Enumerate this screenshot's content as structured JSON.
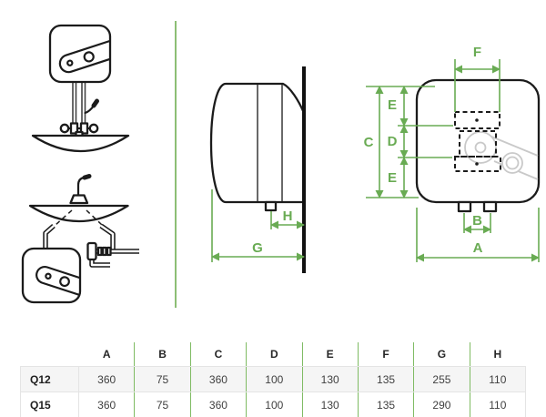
{
  "figures": {
    "left_top": "over-sink-installation-diagram",
    "left_bottom": "under-sink-installation-diagram",
    "middle": "side-view-wall-mounted",
    "right": "front-view-with-mounting-points",
    "divider": "vertical-divider-line"
  },
  "dimension_labels": {
    "a": "A",
    "b": "B",
    "c": "C",
    "d": "D",
    "e_top": "E",
    "e_bottom": "E",
    "f": "F",
    "g": "G",
    "h": "H"
  },
  "colors": {
    "dimension_green": "#69ab53",
    "divider_green": "#8cbe75",
    "table_separator_green": "#7fbb63",
    "row_alt_background": "#f5f5f5",
    "table_border_gray": "#e4e4e4",
    "linework_black": "#1b1b1b",
    "detail_gray": "#c9c9c9"
  },
  "table": {
    "model_column_header": "",
    "headers": [
      "A",
      "B",
      "C",
      "D",
      "E",
      "F",
      "G",
      "H"
    ],
    "rows": [
      {
        "model": "Q12",
        "values": [
          "360",
          "75",
          "360",
          "100",
          "130",
          "135",
          "255",
          "110"
        ]
      },
      {
        "model": "Q15",
        "values": [
          "360",
          "75",
          "360",
          "100",
          "130",
          "135",
          "290",
          "110"
        ]
      }
    ]
  }
}
